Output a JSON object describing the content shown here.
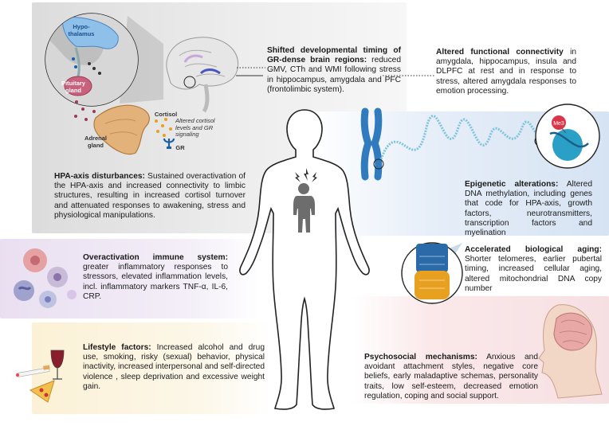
{
  "brain_panel": {
    "hypothalamus": "Hypo-\nthalamus",
    "pituitary": "Pituitary\ngland",
    "adrenal": "Adrenal\ngland",
    "cortisol": "Cortisol",
    "gr": "GR",
    "cortisol_note": "Altered cortisol\nlevels and GR\nsignaling"
  },
  "epigenetic_label": "Me3",
  "sections": {
    "gr_regions": {
      "title": "Shifted developmental timing of GR-dense brain regions:",
      "body": " reduced GMV, CTh and WMI following stress in hippocampus, amygdala and PFC (frontolimbic system)."
    },
    "connectivity": {
      "title": "Altered functional connectivity",
      "body": " in amygdala, hippocampus, insula and DLPFC at rest and in response to stress, altered amygdala responses to emotion processing."
    },
    "hpa": {
      "title": "HPA-axis disturbances:",
      "body": " Sustained overactivation of the HPA-axis and increased connectivity to limbic structures, resulting in increased cortisol turnover and attenuated responses to awakening, stress and physiological manipulations."
    },
    "epigenetic": {
      "title": "Epigenetic alterations:",
      "body": " Altered DNA methylation, including genes that code for HPA-axis, growth factors, neurotransmitters, transcription factors and myelination"
    },
    "immune": {
      "title": "Overactivation immune system:",
      "body": " greater inflammatory responses to stressors, elevated inflammation levels, incl. inflammatory markers TNF-α, IL-6, CRP."
    },
    "aging": {
      "title": "Accelerated biological aging:",
      "body": " Shorter telomeres, earlier pubertal timing, increased cellular aging, altered mitochondrial DNA copy number"
    },
    "lifestyle": {
      "title": "Lifestyle factors:",
      "body": " Increased alcohol and drug use, smoking, risky (sexual) behavior, physical inactivity, increased interpersonal and self-directed violence , sleep deprivation and excessive weight gain."
    },
    "psychosocial": {
      "title": "Psychosocial mechanisms:",
      "body": " Anxious and avoidant attachment styles, negative core beliefs, early maladaptive schemas, personality traits, low self-esteem, decreased emotion regulation, coping and social support."
    }
  },
  "colors": {
    "top_band": "#e6e6e6",
    "epigenetic_band": "#dfe9f6",
    "immune_band": "#ece4f2",
    "lifestyle_band": "#fbf4de",
    "psychosocial_band": "#f8e4e6",
    "chromosome": "#2f7bbd",
    "telomere_blue": "#2a6aa8",
    "telomere_orange": "#e8a020"
  },
  "icons": [
    "brain-section-icon",
    "hypothalamus-icon",
    "pituitary-gland-icon",
    "adrenal-gland-icon",
    "cortisol-icon",
    "gr-receptor-icon",
    "brain-icon",
    "chromosome-icon",
    "dna-strand-icon",
    "nucleosome-icon",
    "telomere-icon",
    "immune-cells-icon",
    "wine-glass-icon",
    "cigarette-icon",
    "pizza-icon",
    "human-body-icon",
    "child-icon",
    "stress-lightning-icon",
    "head-brain-icon"
  ]
}
